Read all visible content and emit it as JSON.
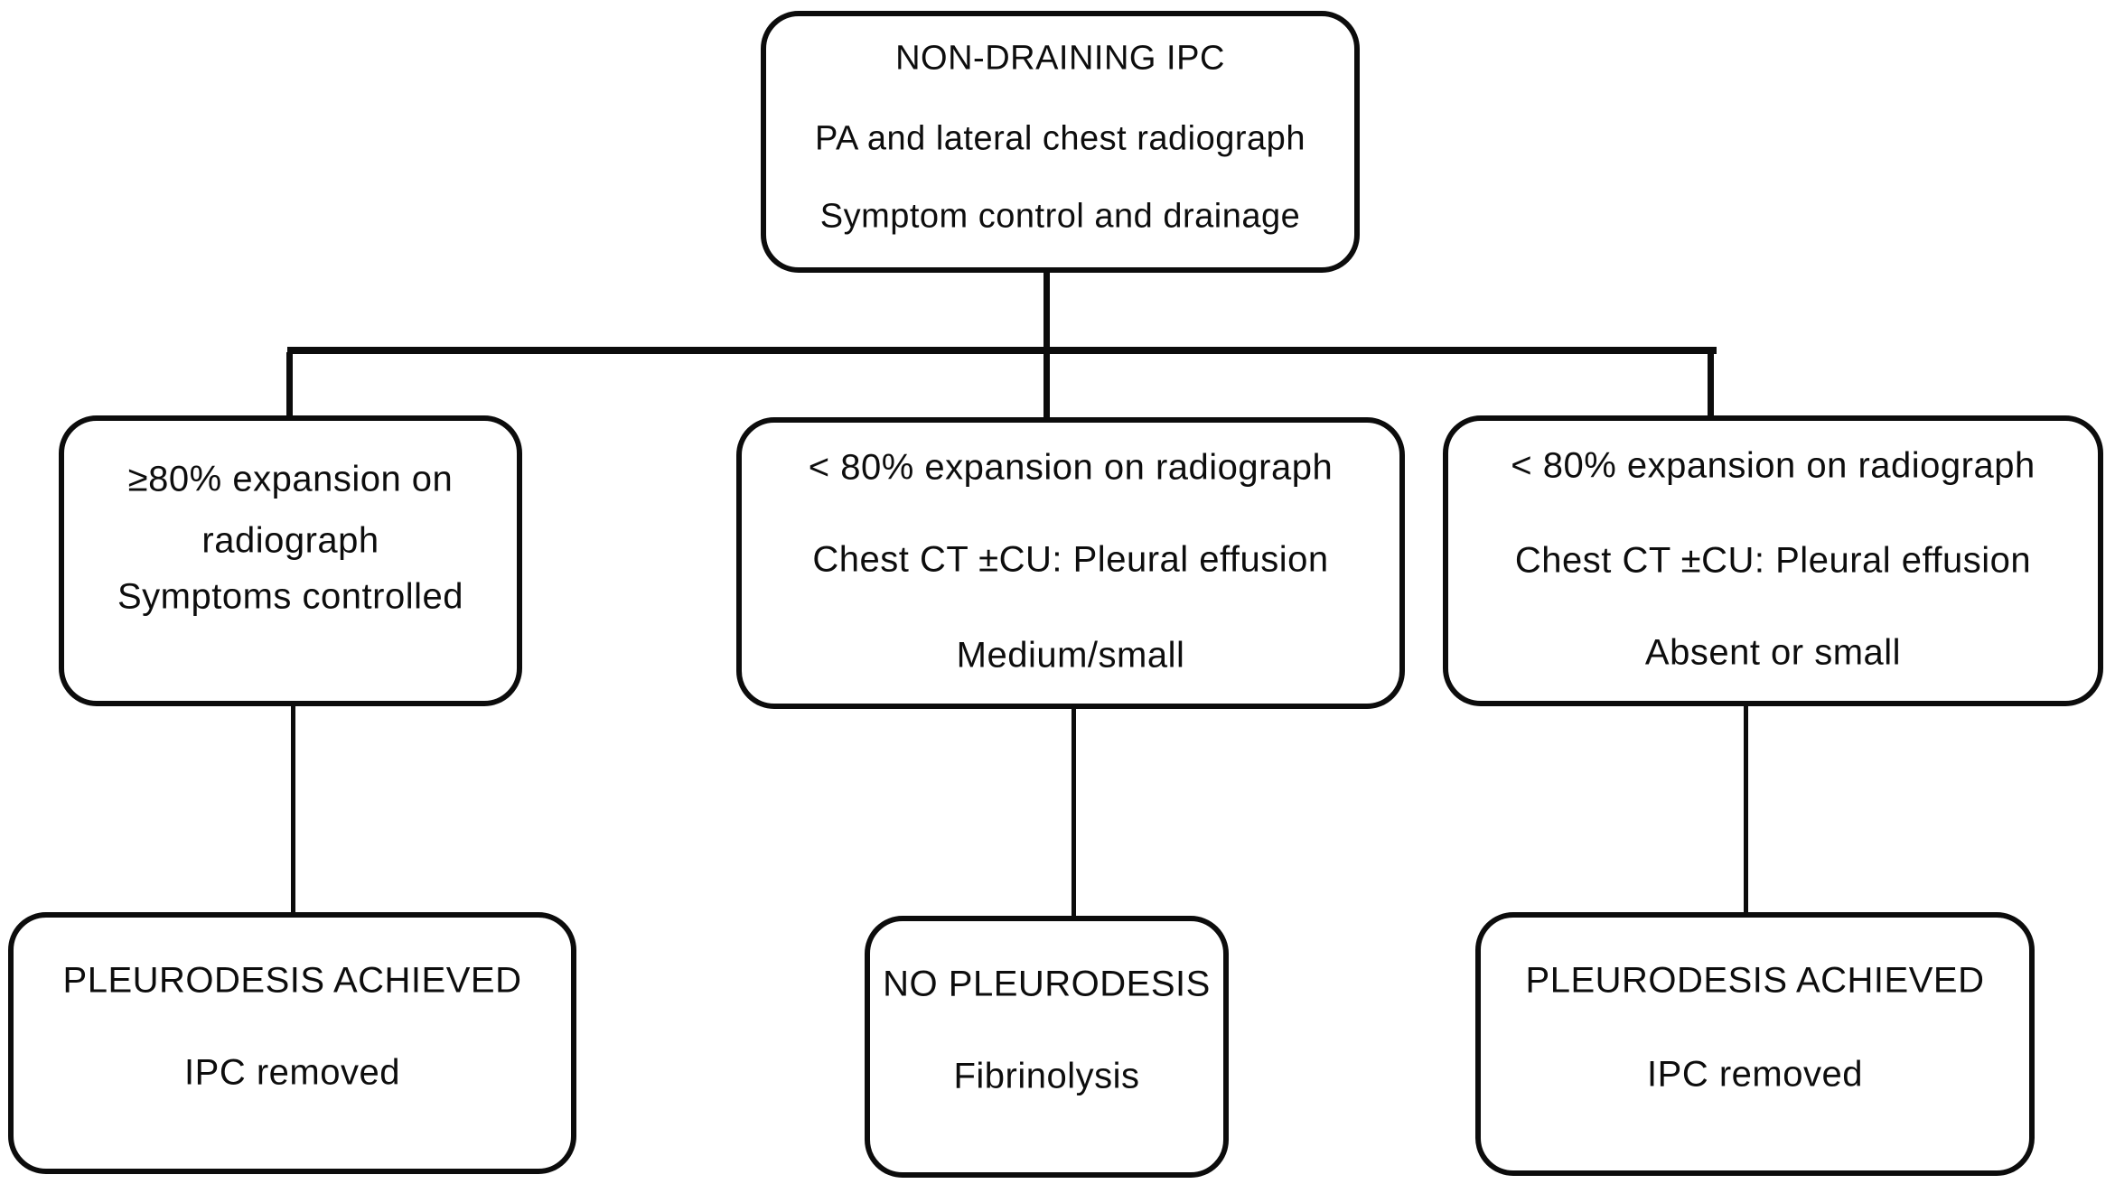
{
  "palette": {
    "background": "#ffffff",
    "ink": "#0c0c0c"
  },
  "nodes": {
    "root": {
      "lines": [
        "NON-DRAINING IPC",
        "PA and lateral chest radiograph",
        "Symptom control and drainage"
      ]
    },
    "left_criteria": {
      "lines": [
        "≥80% expansion on",
        "radiograph",
        "Symptoms controlled"
      ]
    },
    "middle_criteria": {
      "lines": [
        "< 80% expansion on radiograph",
        "Chest CT ±CU: Pleural effusion",
        "Medium/small"
      ]
    },
    "right_criteria": {
      "lines": [
        "< 80% expansion on radiograph",
        "Chest CT ±CU: Pleural effusion",
        "Absent or small"
      ]
    },
    "left_outcome": {
      "lines": [
        "PLEURODESIS ACHIEVED",
        "IPC removed"
      ]
    },
    "middle_outcome": {
      "lines": [
        "NO PLEURODESIS",
        "Fibrinolysis"
      ]
    },
    "right_outcome": {
      "lines": [
        "PLEURODESIS ACHIEVED",
        "IPC removed"
      ]
    }
  }
}
